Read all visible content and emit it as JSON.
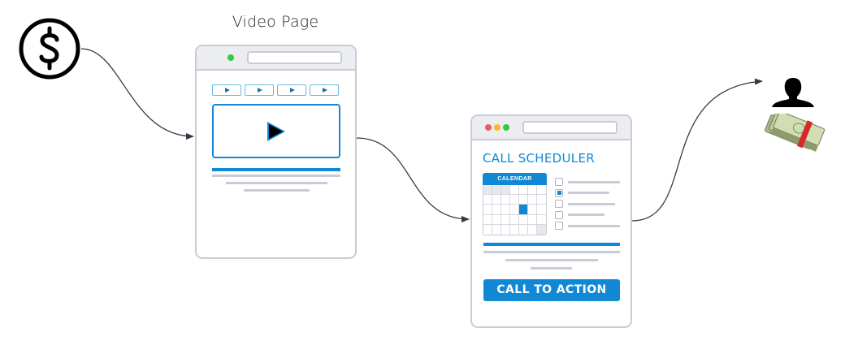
{
  "diagram": {
    "title": "Video Page Funnel",
    "nodes": {
      "source": {
        "icon": "dollar-icon"
      },
      "video_page": {
        "label": "Video Page",
        "thumbnails": 4,
        "icon": "play-icon",
        "traffic_light": "green"
      },
      "call_scheduler": {
        "heading": "CALL SCHEDULER",
        "calendar_label": "CALENDAR",
        "checklist": [
          {
            "checked": false
          },
          {
            "checked": true
          },
          {
            "checked": false
          },
          {
            "checked": false
          },
          {
            "checked": false
          }
        ],
        "cta_label": "CALL TO ACTION",
        "traffic_lights": [
          "red",
          "yellow",
          "green"
        ]
      },
      "customer": {
        "icons": [
          "person-icon",
          "money-icon"
        ]
      }
    },
    "edges": [
      {
        "from": "source",
        "to": "video_page"
      },
      {
        "from": "video_page",
        "to": "call_scheduler"
      },
      {
        "from": "call_scheduler",
        "to": "customer"
      }
    ]
  },
  "colors": {
    "accent": "#1188d4",
    "frame": "#c9ccd6",
    "arrow": "#333a45",
    "light_red": "#f05a5a",
    "light_yellow": "#f7b731",
    "light_green": "#2ecc40"
  }
}
